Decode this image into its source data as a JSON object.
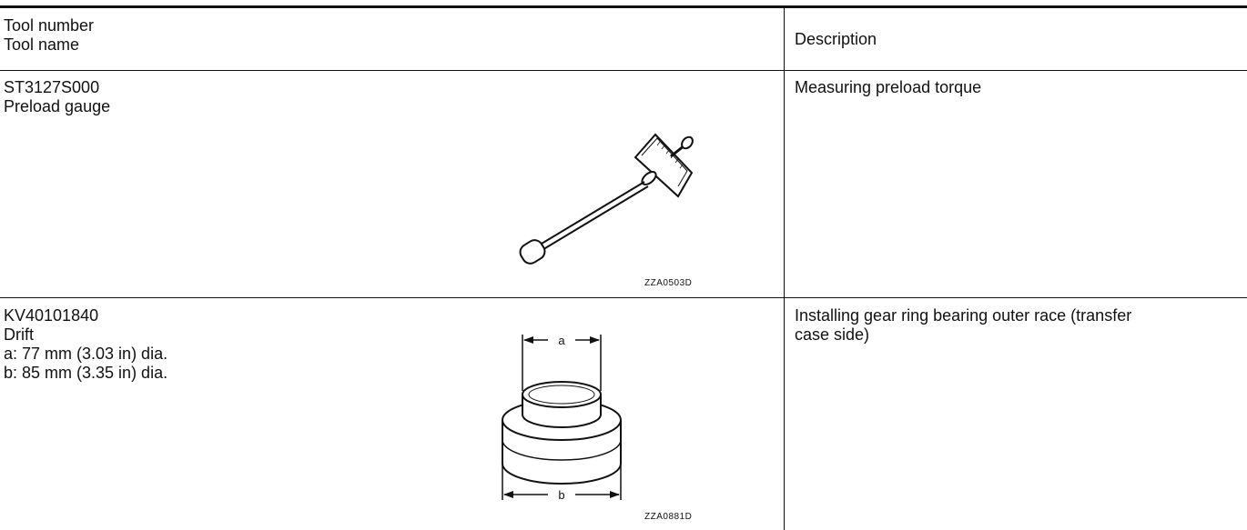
{
  "header": {
    "tool_number": "Tool number",
    "tool_name": "Tool name",
    "description": "Description"
  },
  "rows": [
    {
      "number": "ST3127S000",
      "name": "Preload gauge",
      "specs": [],
      "description": "Measuring preload torque",
      "figure_code": "ZZA0503D",
      "figure_icon": "preload-gauge-icon"
    },
    {
      "number": "KV40101840",
      "name": "Drift",
      "specs": [
        "a: 77 mm (3.03 in) dia.",
        "b: 85 mm (3.35 in) dia."
      ],
      "description_lines": [
        "Installing gear ring bearing outer race (transfer",
        "case side)"
      ],
      "figure_code": "ZZA0881D",
      "figure_icon": "drift-icon",
      "figure_labels": {
        "a": "a",
        "b": "b"
      }
    }
  ]
}
